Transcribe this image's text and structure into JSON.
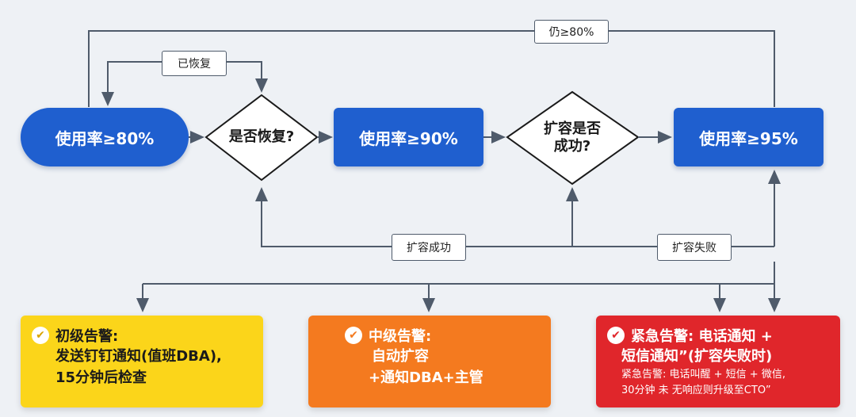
{
  "nodes": {
    "usage_80": "使用率≥80%",
    "usage_90": "使用率≥90%",
    "usage_95": "使用率≥95%"
  },
  "decisions": {
    "recovered": "是否恢复?",
    "expand_success_line1": "扩容是否",
    "expand_success_line2": "成功?"
  },
  "edge_labels": {
    "still_80": "仍≥80%",
    "recovered": "已恢复",
    "expand_succeeded": "扩容成功",
    "expand_failed": "扩容失败"
  },
  "alerts": {
    "primary": {
      "title": "初级告警:",
      "line1": "发送钉钉通知(值班DBA),",
      "line2": "15分钟后检查"
    },
    "medium": {
      "title": "中级告警:",
      "line1": "自动扩容",
      "line2": "+通知DBA+主管"
    },
    "urgent": {
      "title": "紧急告警: 电话通知 +",
      "line1": "短信通知”(扩容失败时)",
      "line2": "紧急告警: 电话叫醒 + 短信 + 微信,",
      "line3": "30分钟 未 无响应则升级至CTO”"
    }
  },
  "colors": {
    "blue": "#1f5fcf",
    "yellow": "#fbd51a",
    "orange": "#f47a1f",
    "red": "#e0262b",
    "line": "#4f5b6b"
  }
}
